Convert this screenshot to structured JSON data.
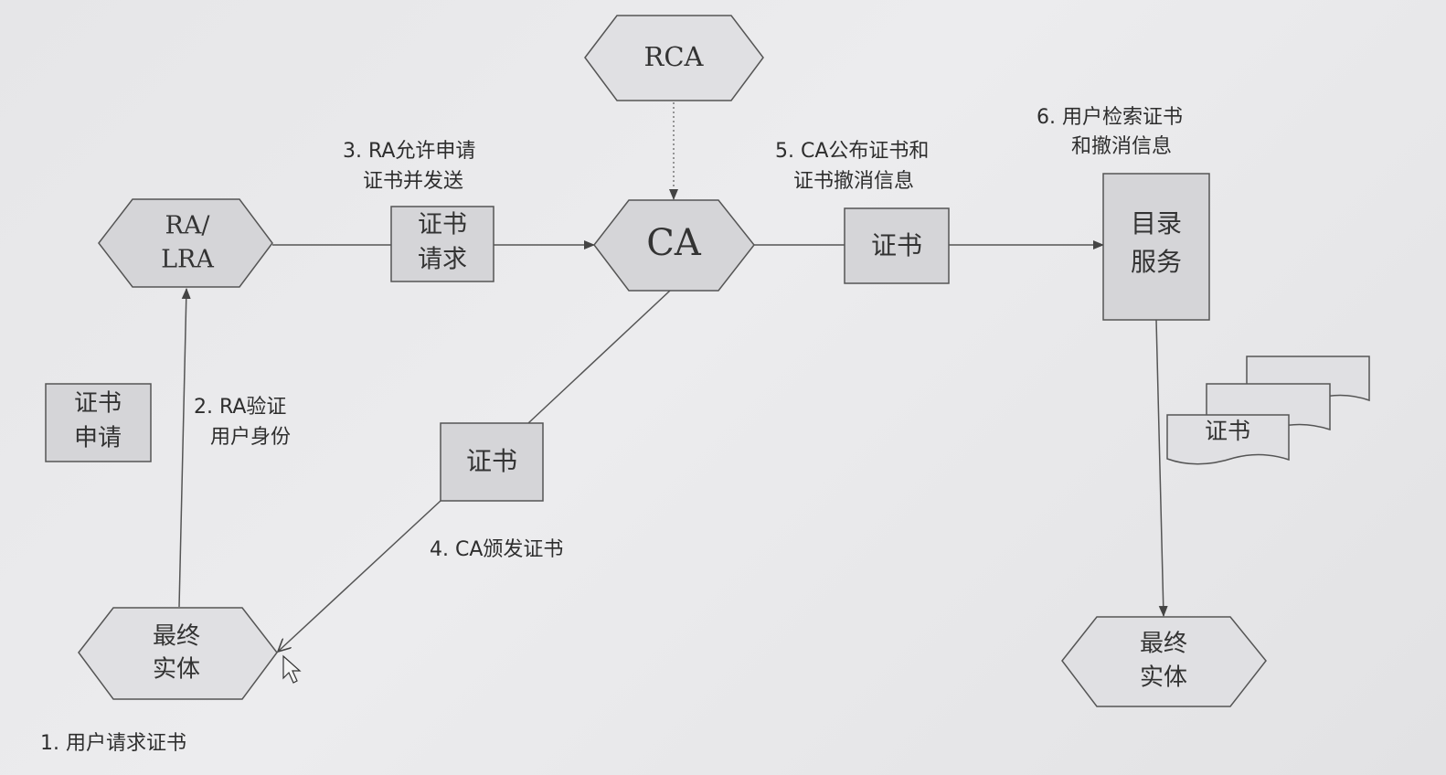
{
  "nodes": {
    "rca": {
      "label": "RCA"
    },
    "ca": {
      "label": "CA"
    },
    "ra_lra": {
      "line1": "RA/",
      "line2": "LRA"
    },
    "end_entity_left": {
      "line1": "最终",
      "line2": "实体"
    },
    "end_entity_right": {
      "line1": "最终",
      "line2": "实体"
    },
    "directory_service": {
      "line1": "目录",
      "line2": "服务"
    }
  },
  "boxes": {
    "cert_request": {
      "line1": "证书",
      "line2": "请求"
    },
    "cert_application": {
      "line1": "证书",
      "line2": "申请"
    },
    "cert_issued": {
      "label": "证书"
    },
    "cert_published": {
      "label": "证书"
    },
    "cert_stack": {
      "label": "证书"
    }
  },
  "steps": {
    "step1": {
      "line1": "1. 用户请求证书"
    },
    "step2": {
      "line1": "2. RA验证",
      "line2": "用户身份"
    },
    "step3": {
      "line1": "3. RA允许申请",
      "line2": "证书并发送"
    },
    "step4": {
      "line1": "4. CA颁发证书"
    },
    "step5": {
      "line1": "5. CA公布证书和",
      "line2": "证书撤消信息"
    },
    "step6": {
      "line1": "6. 用户检索证书",
      "line2": "和撤消信息"
    }
  }
}
